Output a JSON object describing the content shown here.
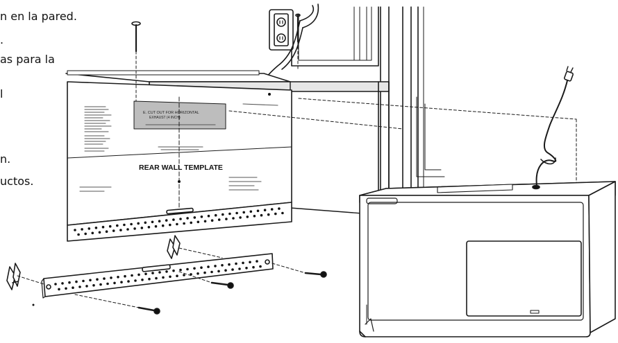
{
  "side_text": [
    "n en la pared.",
    ".",
    "as para la",
    "l",
    "n.",
    "uctos."
  ],
  "template": {
    "title": "REAR WALL TEMPLATE",
    "cutout_label_line1": "E. CUT OUT FOR HORIZONTAL",
    "cutout_label_line2": "EXHAUST (4 INCH)"
  },
  "colors": {
    "line": "#1a1a1a",
    "cutout_fill": "#bdbdbd",
    "wall_fill": "#ffffff"
  }
}
